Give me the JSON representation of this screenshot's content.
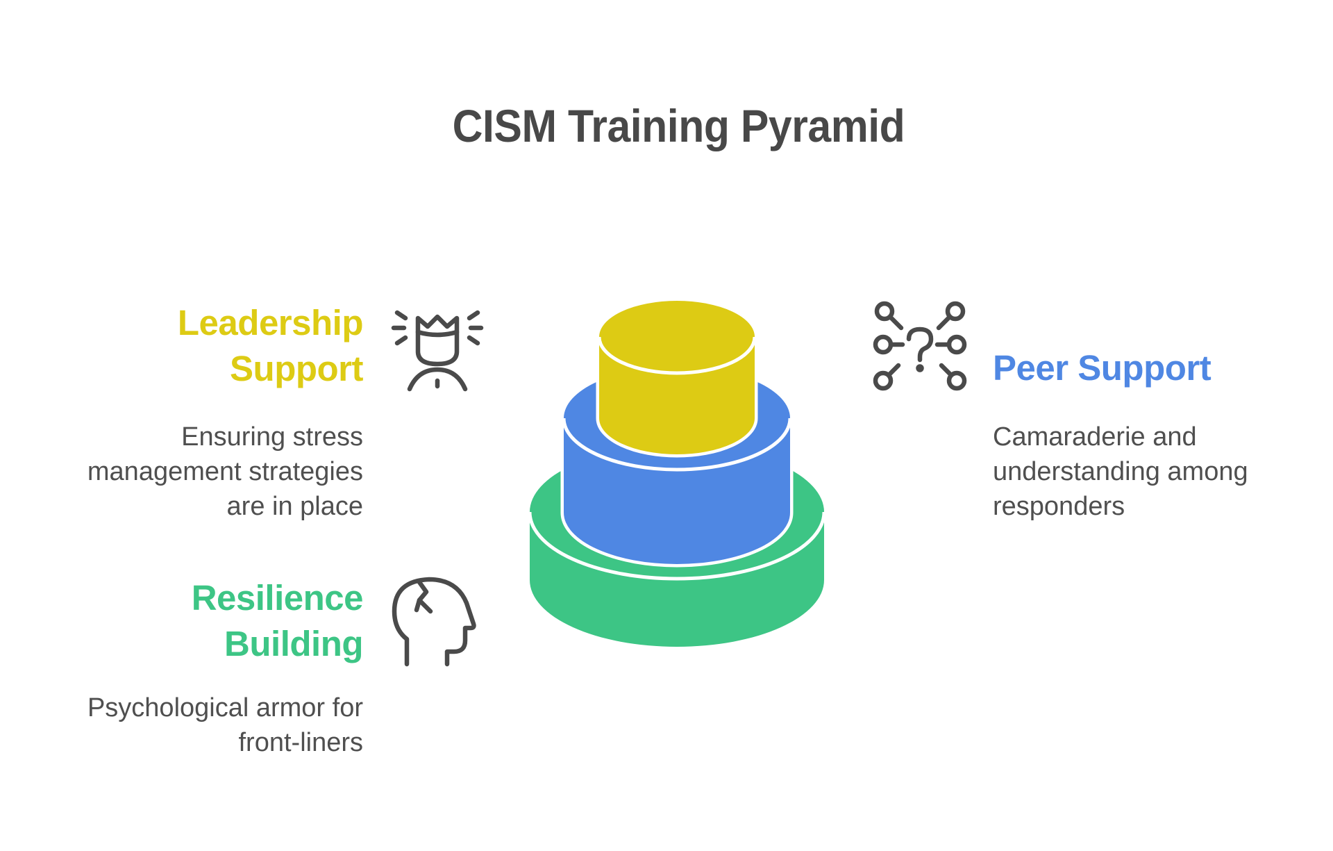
{
  "title": "CISM Training Pyramid",
  "colors": {
    "leadership": "#DDCB14",
    "peer": "#4F87E3",
    "resilience": "#3DC585",
    "text": "#4A4A4A",
    "icon": "#4A4A4A",
    "background": "#FFFFFF"
  },
  "tiers": [
    {
      "id": "leadership",
      "level": "top",
      "heading_lines": [
        "Leadership",
        "Support"
      ],
      "description_lines": [
        "Ensuring stress",
        "management strategies",
        "are in place"
      ],
      "icon": "crowned-person-icon",
      "color": "#DDCB14"
    },
    {
      "id": "peer",
      "level": "middle",
      "heading_lines": [
        "Peer Support"
      ],
      "description_lines": [
        "Camaraderie and",
        "understanding among",
        "responders"
      ],
      "icon": "question-network-icon",
      "color": "#4F87E3"
    },
    {
      "id": "resilience",
      "level": "base",
      "heading_lines": [
        "Resilience",
        "Building"
      ],
      "description_lines": [
        "Psychological armor for",
        "front-liners"
      ],
      "icon": "cracked-head-icon",
      "color": "#3DC585"
    }
  ]
}
